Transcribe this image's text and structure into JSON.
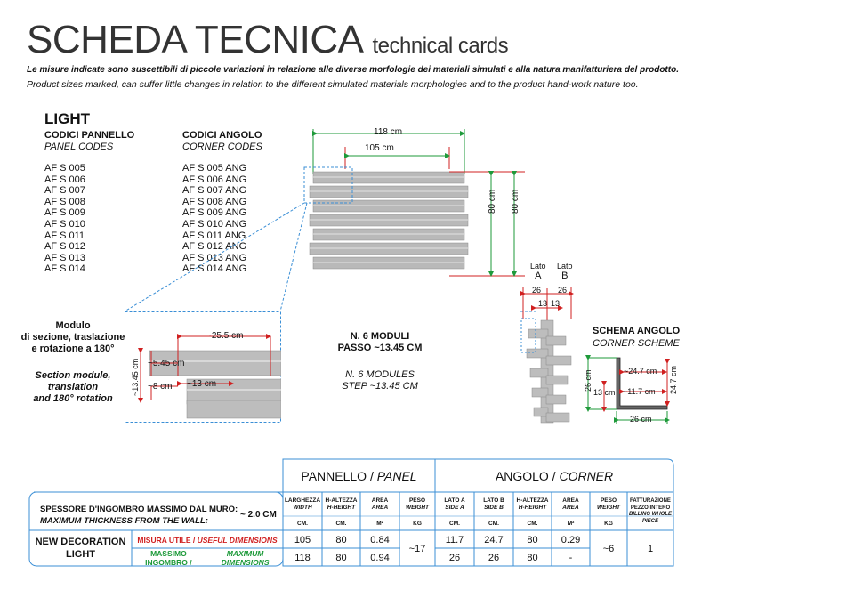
{
  "header": {
    "title": "SCHEDA TECNICA",
    "subtitle": "technical cards",
    "note_it": "Le misure indicate sono suscettibili di piccole variazioni in relazione alle diverse morfologie dei materiali simulati e alla natura manifatturiera del prodotto.",
    "note_en": "Product  sizes marked, can suffer little changes in relation to the different simulated materials morphologies and to the product hand-work nature too."
  },
  "product": {
    "name": "LIGHT",
    "panel_codes_label": "CODICI PANNELLO",
    "panel_codes_label_en": "PANEL CODES",
    "corner_codes_label": "CODICI ANGOLO",
    "corner_codes_label_en": "CORNER CODES",
    "panel_codes": [
      "AF S 005",
      "AF S 006",
      "AF S 007",
      "AF S 008",
      "AF S 009",
      "AF S 010",
      "AF S 011",
      "AF S 012",
      "AF S 013",
      "AF S 014"
    ],
    "corner_codes": [
      "AF S 005  ANG",
      "AF S 006  ANG",
      "AF S 007  ANG",
      "AF S 008  ANG",
      "AF S 009  ANG",
      "AF S 010  ANG",
      "AF S 011  ANG",
      "AF S 012  ANG",
      "AF S 013  ANG",
      "AF S 014  ANG"
    ]
  },
  "panel_dims": {
    "width_outer": "118 cm",
    "width_inner": "105 cm",
    "height_a": "80 cm",
    "height_b": "80 cm"
  },
  "module": {
    "it_lines": [
      "Modulo",
      "di sezione, traslazione",
      "e rotazione a 180°"
    ],
    "en_lines": [
      "Section module,",
      "translation",
      "and 180° rotation"
    ],
    "dim_width": "~25.5 cm",
    "dim_545": "~5.45 cm",
    "dim_1345": "~13.45 cm",
    "dim_8": "~8 cm",
    "dim_13": "~13 cm",
    "moduli_it_1": "N. 6 MODULI",
    "moduli_it_2": "PASSO ~13.45 CM",
    "moduli_en_1": "N. 6 MODULES",
    "moduli_en_2": "STEP ~13.45 CM"
  },
  "corner": {
    "lato_a": "Lato",
    "lato_a_letter": "A",
    "lato_b": "Lato",
    "lato_b_letter": "B",
    "d26a": "26",
    "d26b": "26",
    "d13a": "13",
    "d13b": "13",
    "scheme_it": "SCHEMA ANGOLO",
    "scheme_en": "CORNER SCHEME",
    "s247a": "~24.7 cm",
    "s117": "~11.7 cm",
    "s26v": "26 cm",
    "s13v": "13 cm",
    "s247v": "24.7 cm",
    "s26h": "26 cm"
  },
  "table": {
    "panel_title": "PANNELLO / ",
    "panel_title_it": "PANEL",
    "corner_title": "ANGOLO / ",
    "corner_title_it": "CORNER",
    "thickness_it": "SPESSORE D'INGOMBRO MASSIMO DAL MURO:",
    "thickness_en": "MAXIMUM THICKNESS FROM THE WALL:",
    "thickness_val": "~ 2.0 CM",
    "panel_heads": [
      {
        "l1": "LARGHEZZA",
        "l2": "WIDTH",
        "u": "CM."
      },
      {
        "l1": "H-ALTEZZA",
        "l2": "H-HEIGHT",
        "u": "CM."
      },
      {
        "l1": "AREA",
        "l2": "AREA",
        "u": "M²"
      },
      {
        "l1": "PESO",
        "l2": "WEIGHT",
        "u": "KG"
      }
    ],
    "corner_heads": [
      {
        "l1": "LATO A",
        "l2": "SIDE A",
        "u": "CM."
      },
      {
        "l1": "LATO B",
        "l2": "SIDE B",
        "u": "CM."
      },
      {
        "l1": "H-ALTEZZA",
        "l2": "H-HEIGHT",
        "u": "CM."
      },
      {
        "l1": "AREA",
        "l2": "AREA",
        "u": "M²"
      },
      {
        "l1": "PESO",
        "l2": "WEIGHT",
        "u": "KG"
      },
      {
        "l1": "FATTURAZIONE PEZZO INTERO",
        "l2": "BILLING WHOLE PIECE",
        "u": ""
      }
    ],
    "row_label_1": "NEW DECORATION",
    "row_label_2": "LIGHT",
    "useful_it": "MISURA UTILE / ",
    "useful_en": "USEFUL DIMENSIONS",
    "max_it": "MASSIMO INGOMBRO / ",
    "max_en": "MAXIMUM DIMENSIONS",
    "row_useful": {
      "w": "105",
      "h": "80",
      "area": "0.84",
      "side_a": "11.7",
      "side_b": "24.7",
      "ch": "80",
      "carea": "0.29"
    },
    "row_max": {
      "w": "118",
      "h": "80",
      "area": "0.94",
      "side_a": "26",
      "side_b": "26",
      "ch": "80",
      "carea": "-"
    },
    "weight": "~17",
    "corner_weight": "~6",
    "billing": "1"
  }
}
